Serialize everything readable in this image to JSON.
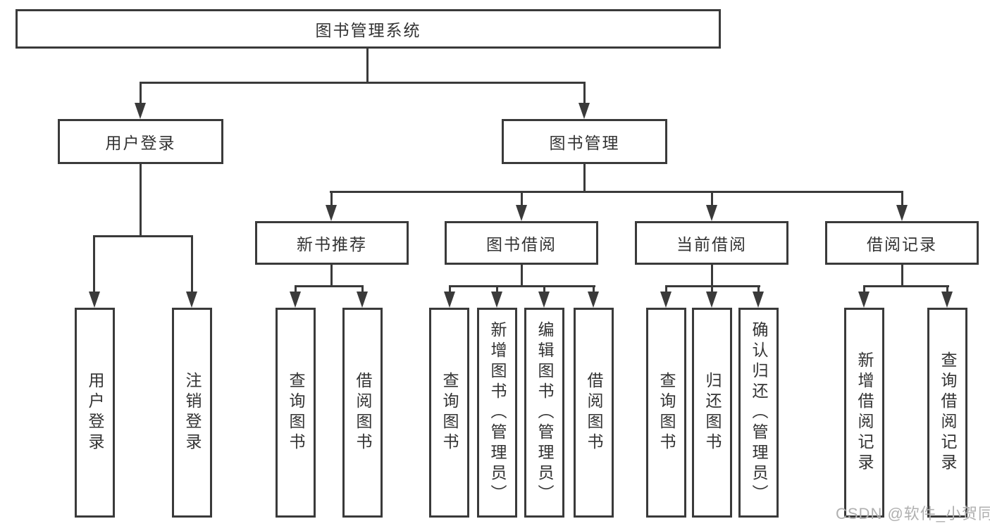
{
  "colors": {
    "line": "#3a3a3a",
    "text": "#333333",
    "box_fill": "#ffffff",
    "background": "#ffffff",
    "watermark": "#b0b0b0"
  },
  "watermark": "CSDN @软件_小贺同学",
  "nodes": {
    "root": "图书管理系统",
    "login": {
      "label": "用户登录",
      "children": [
        "用户登录",
        "注销登录"
      ]
    },
    "mgmt": {
      "label": "图书管理",
      "groups": [
        {
          "label": "新书推荐",
          "children": [
            "查询图书",
            "借阅图书"
          ]
        },
        {
          "label": "图书借阅",
          "children": [
            "查询图书",
            "新增图书（管理员）",
            "编辑图书（管理员）",
            "借阅图书"
          ]
        },
        {
          "label": "当前借阅",
          "children": [
            "查询图书",
            "归还图书",
            "确认归还（管理员）"
          ]
        },
        {
          "label": "借阅记录",
          "children": [
            "新增借阅记录",
            "查询借阅记录"
          ]
        }
      ]
    }
  }
}
